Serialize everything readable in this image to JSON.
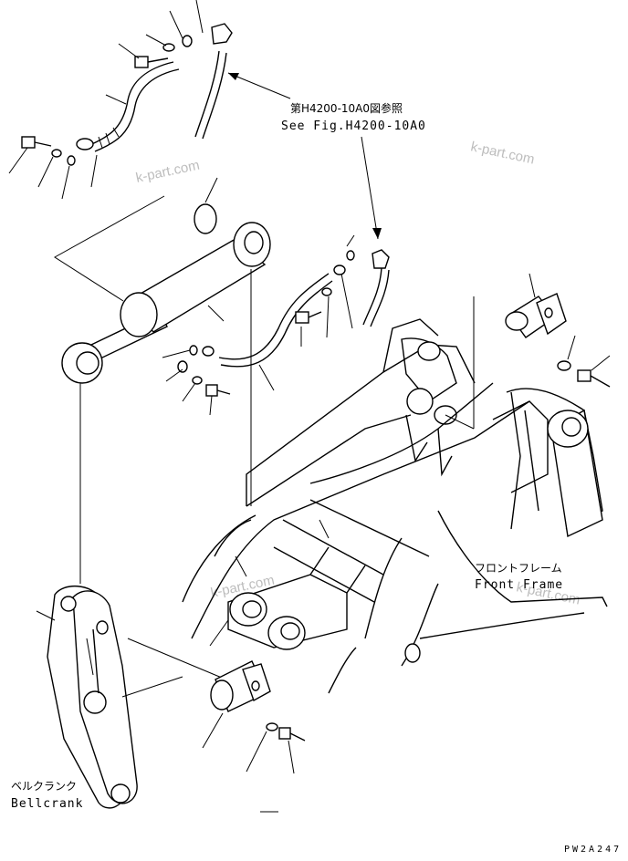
{
  "references": {
    "jp": "第H4200-10A0図参照",
    "en": "See Fig.H4200-10A0"
  },
  "front_frame": {
    "jp": "フロントフレーム",
    "en": "Front Frame"
  },
  "bellcrank": {
    "jp": "ベルクランク",
    "en": "Bellcrank"
  },
  "watermark": "k-part.com",
  "drawing_code": "PW2A247"
}
